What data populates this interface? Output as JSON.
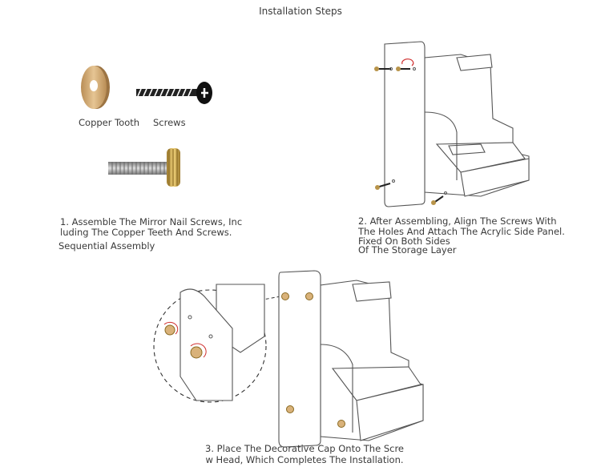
{
  "title": "Installation Steps",
  "parts": {
    "copper_tooth_label": "Copper Tooth",
    "screws_label": "Screws"
  },
  "steps": [
    {
      "lines": [
        "1. Assemble The Mirror Nail Screws, Inc",
        "luding The Copper Teeth And Screws."
      ],
      "subtitle": "Sequential Assembly"
    },
    {
      "lines": [
        "2. After Assembling, Align The Screws With",
        "The Holes And Attach The Acrylic Side Panel.",
        "Fixed On Both Sides",
        "Of The Storage Layer"
      ]
    },
    {
      "lines": [
        "3. Place The Decorative Cap Onto The Scre",
        "w Head, Which Completes The Installation."
      ]
    }
  ],
  "colors": {
    "copper": "#d9b27a",
    "copper_dark": "#a9834c",
    "brass": "#c9a04a",
    "line": "#555555",
    "arrow": "#d03030"
  }
}
